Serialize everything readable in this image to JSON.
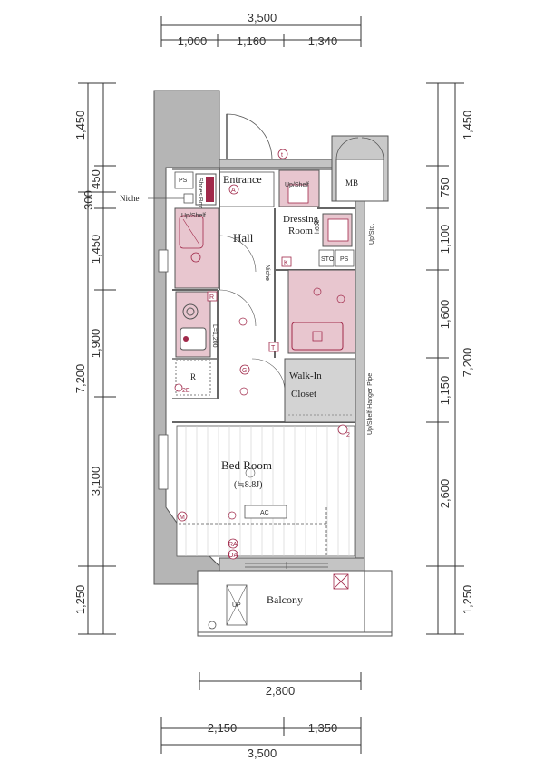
{
  "dimensions": {
    "top_total": "3,500",
    "top_1": "1,000",
    "top_2": "1,160",
    "top_3": "1,340",
    "left_1": "1,450",
    "left_2": "450",
    "left_3": "300",
    "left_4": "1,450",
    "left_5": "1,900",
    "left_6": "3,100",
    "left_7": "1,250",
    "left_total": "7,200",
    "right_1": "1,450",
    "right_2": "750",
    "right_3": "1,100",
    "right_4": "1,600",
    "right_5": "1,150",
    "right_6": "2,600",
    "right_7": "1,250",
    "right_total": "7,200",
    "bottom_1": "2,800",
    "bottom_2": "2,150",
    "bottom_3": "1,350",
    "bottom_total": "3,500"
  },
  "rooms": {
    "entrance": "Entrance",
    "hall": "Hall",
    "dressing_1": "Dressing",
    "dressing_2": "Room",
    "walkin_1": "Walk-In",
    "walkin_2": "Closet",
    "bedroom": "Bed Room",
    "bedroom_area": "(≒8.8J)",
    "balcony": "Balcony",
    "mb": "MB"
  },
  "labels": {
    "niche_left": "Niche",
    "niche_mid": "Niche",
    "ps_top": "PS",
    "ps_right": "PS",
    "shoes_box_1": "Shoes",
    "shoes_box_2": "Box",
    "up_shelf_1": "Up/Shelf",
    "up_shelf_2": "Up/Shelf",
    "up_sto": "Up/Sto.",
    "sto": "STO",
    "up_shelf_hanger": "Up/Shelf·Hanger Pipe",
    "l1200": "L=1,200",
    "h600": "h600",
    "r_label": "R",
    "ac": "AC",
    "up_balcony": "UP",
    "sym_a": "A",
    "sym_t_top": "t",
    "sym_k": "K",
    "sym_r": "R",
    "sym_t": "T",
    "sym_g": "G",
    "sym_m": "M",
    "sym_ra": "RA",
    "sym_oa": "OA",
    "sym_2e": "2E",
    "sym_2": "2"
  },
  "colors": {
    "wet_area": "#e8c6cf",
    "accent": "#a0294a",
    "wall": "#b5b5b5",
    "closet": "#d3d3d3"
  }
}
